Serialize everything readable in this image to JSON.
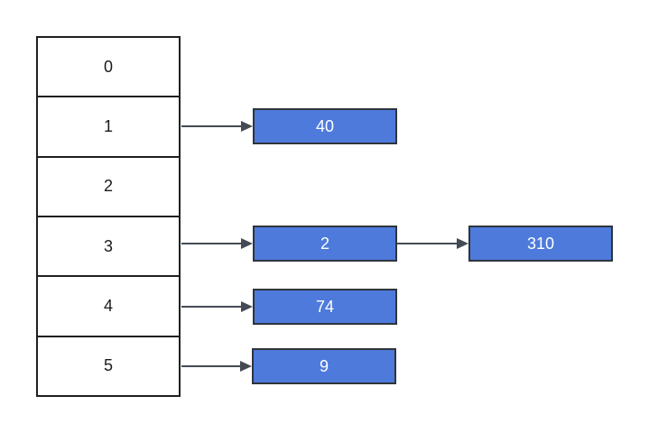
{
  "diagram": {
    "kind": "hash-table-with-chaining",
    "colors": {
      "node_fill": "#4D7ADB",
      "node_border": "#2F343C",
      "node_text": "#FFFFFF",
      "cell_border": "#1F1F1F",
      "cell_text": "#1A1A1A",
      "arrow": "#434A54",
      "background": "#FFFFFF"
    },
    "buckets": [
      {
        "index": "0",
        "chain": []
      },
      {
        "index": "1",
        "chain": [
          "40"
        ]
      },
      {
        "index": "2",
        "chain": []
      },
      {
        "index": "3",
        "chain": [
          "2",
          "310"
        ]
      },
      {
        "index": "4",
        "chain": [
          "74"
        ]
      },
      {
        "index": "5",
        "chain": [
          "9"
        ]
      }
    ]
  }
}
